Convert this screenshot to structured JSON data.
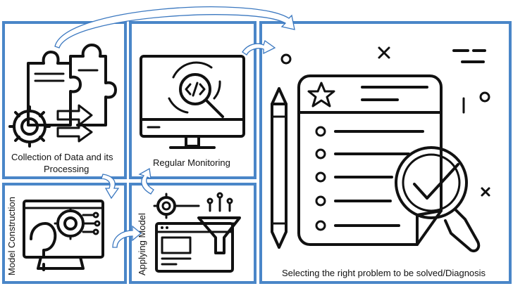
{
  "steps": {
    "collection": {
      "label_line1": "Collection of Data and its",
      "label_line2": "Processing"
    },
    "monitoring": {
      "label": "Regular Monitoring"
    },
    "model_construction": {
      "label": "Model Construction"
    },
    "applying_model": {
      "label": "Applying Model"
    },
    "selecting_problem": {
      "label": "Selecting the right problem to be solved/Diagnosis"
    }
  },
  "colors": {
    "box_border": "#4a86c8",
    "arrow": "#3b78c0",
    "icon_stroke": "#111111"
  }
}
